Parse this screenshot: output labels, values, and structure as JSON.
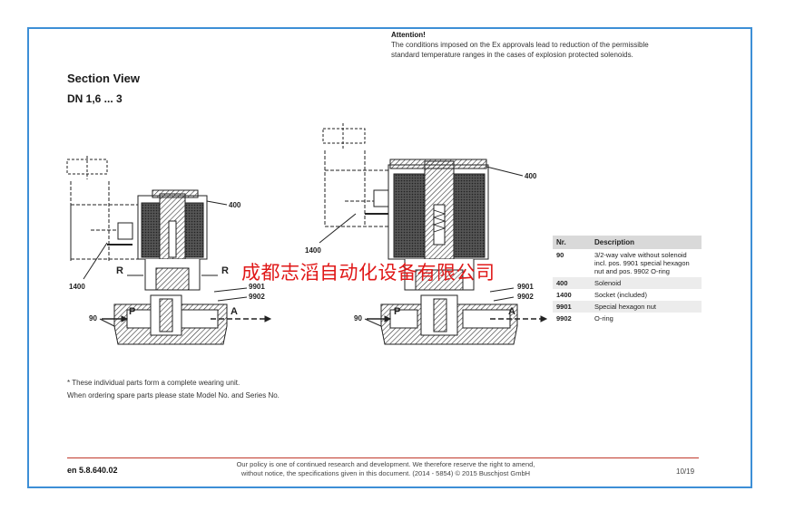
{
  "attention": {
    "title": "Attention!",
    "line1": "The conditions imposed on the Ex approvals lead to reduction of the permissible",
    "line2": "standard temperature ranges in the cases of explosion protected solenoids."
  },
  "section": {
    "title": "Section View",
    "subtitle": "DN 1,6 ... 3"
  },
  "callouts": {
    "c400": "400",
    "c1400": "1400",
    "c9901": "9901",
    "c9902": "9902",
    "c90": "90",
    "port_p": "P",
    "port_a": "A",
    "rotation_r": "R"
  },
  "watermark": "成都志滔自动化设备有限公司",
  "parts_table": {
    "col_nr": "Nr.",
    "col_desc": "Description",
    "rows": [
      {
        "nr": "90",
        "desc": "3/2-way valve without solenoid incl. pos. 9901 special hexagon nut and pos. 9902 O-ring"
      },
      {
        "nr": "400",
        "desc": "Solenoid"
      },
      {
        "nr": "1400",
        "desc": "Socket (included)"
      },
      {
        "nr": "9901",
        "desc": "Special hexagon nut"
      },
      {
        "nr": "9902",
        "desc": "O-ring"
      }
    ]
  },
  "notes": {
    "line1": "* These individual parts form a complete wearing unit.",
    "line2": "When ordering spare parts please state Model No. and Series No."
  },
  "footer": {
    "doc_number": "en 5.8.640.02",
    "policy_line1": "Our policy is one of continued research and development. We therefore reserve the right to amend,",
    "policy_line2": "without notice, the specifications given in this document. (2014 - 5854) © 2015 Buschjost GmbH",
    "page": "10/19"
  }
}
